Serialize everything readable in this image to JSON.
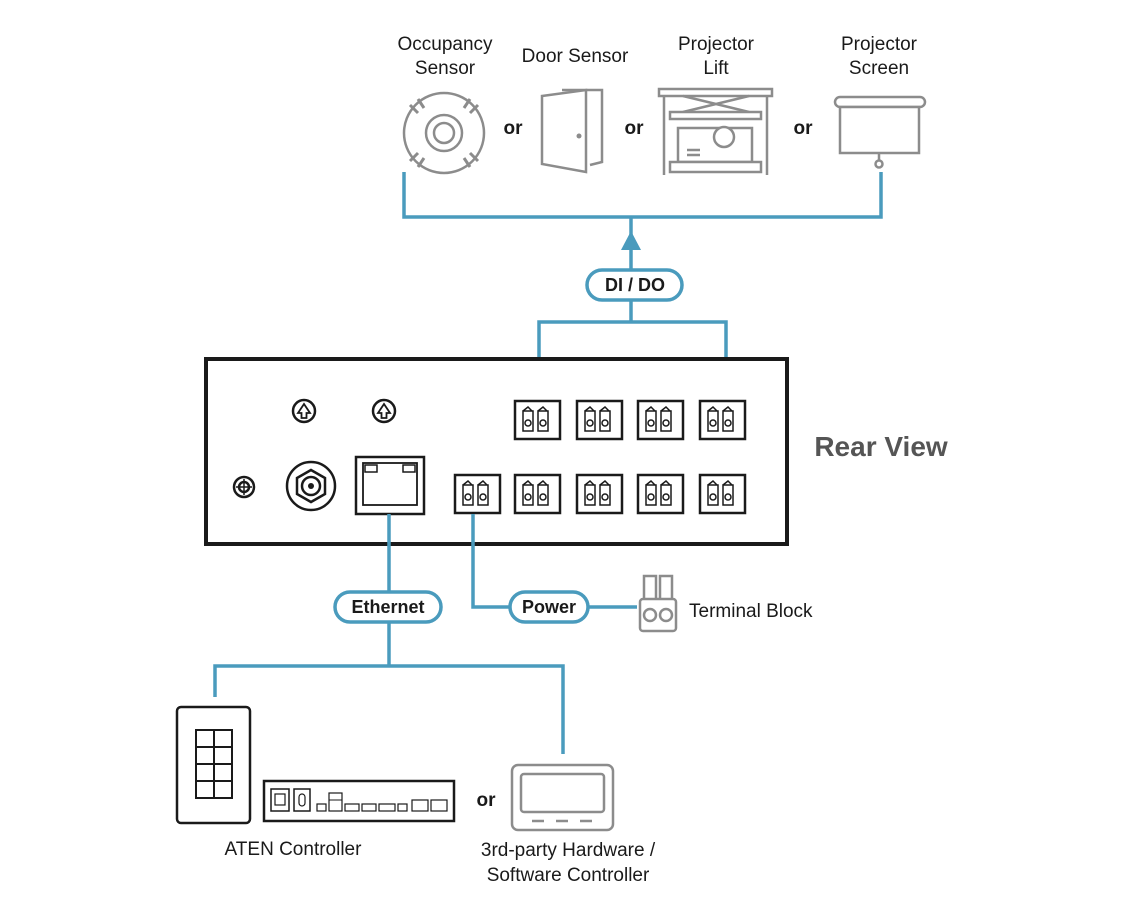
{
  "devices": {
    "occupancy_sensor": [
      "Occupancy",
      "Sensor"
    ],
    "door_sensor": "Door Sensor",
    "projector_lift": [
      "Projector",
      "Lift"
    ],
    "projector_screen": [
      "Projector",
      "Screen"
    ]
  },
  "connectors": {
    "or_1": "or",
    "or_2": "or",
    "or_3": "or",
    "or_4": "or"
  },
  "pills": {
    "dido": "DI / DO",
    "ethernet": "Ethernet",
    "power": "Power"
  },
  "rear_view_label": "Rear View",
  "terminal_block_label": "Terminal Block",
  "controllers": {
    "aten": "ATEN Controller",
    "third_party": [
      "3rd-party Hardware /",
      "Software Controller"
    ]
  },
  "colors": {
    "wire": "#4a9bbd",
    "device_icon": "#8c8c8c",
    "panel": "#1a1a1a",
    "rear_label": "#555555"
  }
}
